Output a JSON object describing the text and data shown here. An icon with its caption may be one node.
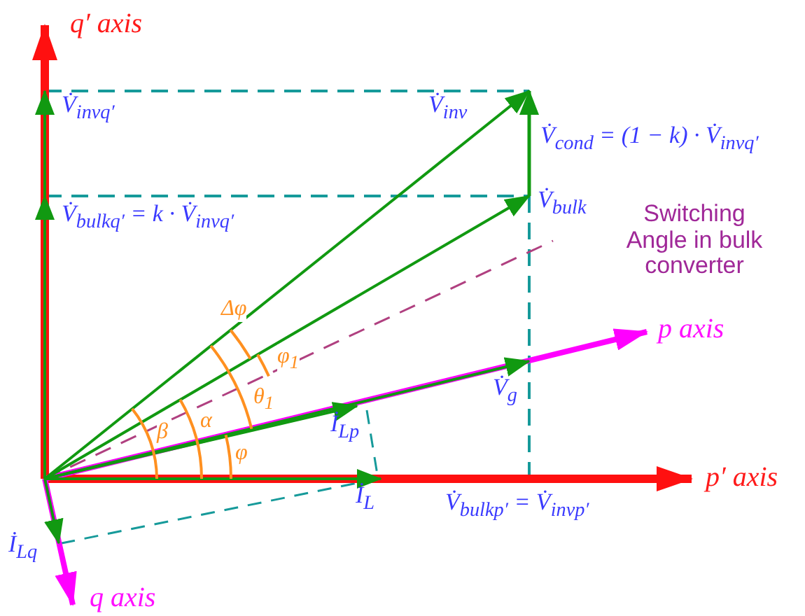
{
  "diagram": {
    "labels": [
      "q′ axis",
      "V̇$_{invq′}$",
      "V̇$_{inv}$",
      "V̇$_{cond}$ = (1 − k) · V̇$_{invq′}$",
      "V̇$_{bulkq′}$ = k · V̇$_{invq′}$",
      "V̇$_{bulk}$",
      "Switching Angle in bulk converter",
      "p axis",
      "Δφ",
      "φ$_{1}$",
      "θ$_{1}$",
      "β",
      "α",
      "φ",
      "İ$_{Lp}$",
      "V̇$_{g}$",
      "İ$_{L}$",
      "V̇$_{bulkp′}$ = V̇$_{invp′}$",
      "p′ axis",
      "İ$_{Lq}$",
      "q axis"
    ]
  }
}
